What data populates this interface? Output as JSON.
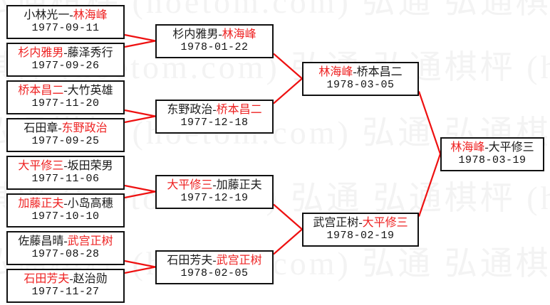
{
  "diagram": {
    "type": "tournament-bracket",
    "title": "",
    "colors": {
      "winner_text": "#ee2222",
      "loser_text": "#1a1a1a",
      "connector": "#ee1111",
      "box_border": "#111111",
      "background": "#ffffff",
      "watermark": "#f3f3f3"
    }
  },
  "watermark": {
    "text": "弘通棋枰 (hoetom.com) 弘通",
    "rows": [
      "弘通棋枰 (hoetom.com) 弘通",
      "弘通棋枰 (hoetom.com) 弘通",
      "弘通棋枰 (hoetom.com) 弘通",
      "弘通棋枰 (hoetom.com) 弘通",
      "弘通棋枰 (hoetom.com) 弘通"
    ]
  },
  "rounds": [
    {
      "name": "round-1",
      "matches": [
        {
          "id": "r1m1",
          "left": "小林光一",
          "right": "林海峰",
          "winner": "right",
          "date": "1977-09-11"
        },
        {
          "id": "r1m2",
          "left": "杉内雅男",
          "right": "藤泽秀行",
          "winner": "left",
          "date": "1977-09-26"
        },
        {
          "id": "r1m3",
          "left": "桥本昌二",
          "right": "大竹英雄",
          "winner": "left",
          "date": "1977-11-20"
        },
        {
          "id": "r1m4",
          "left": "石田章",
          "right": "东野政治",
          "winner": "right",
          "date": "1977-09-25"
        },
        {
          "id": "r1m5",
          "left": "大平修三",
          "right": "坂田荣男",
          "winner": "left",
          "date": "1977-11-06"
        },
        {
          "id": "r1m6",
          "left": "加藤正夫",
          "right": "小岛高穗",
          "winner": "left",
          "date": "1977-10-10"
        },
        {
          "id": "r1m7",
          "left": "佐藤昌晴",
          "right": "武宫正树",
          "winner": "right",
          "date": "1977-08-28"
        },
        {
          "id": "r1m8",
          "left": "石田芳夫",
          "right": "赵治勋",
          "winner": "left",
          "date": "1977-11-27"
        }
      ]
    },
    {
      "name": "round-2",
      "matches": [
        {
          "id": "r2m1",
          "left": "杉内雅男",
          "right": "林海峰",
          "winner": "right",
          "date": "1978-01-22"
        },
        {
          "id": "r2m2",
          "left": "东野政治",
          "right": "桥本昌二",
          "winner": "right",
          "date": "1977-12-18"
        },
        {
          "id": "r2m3",
          "left": "大平修三",
          "right": "加藤正夫",
          "winner": "left",
          "date": "1977-12-19"
        },
        {
          "id": "r2m4",
          "left": "石田芳夫",
          "right": "武宫正树",
          "winner": "right",
          "date": "1978-02-05"
        }
      ]
    },
    {
      "name": "semifinal",
      "matches": [
        {
          "id": "r3m1",
          "left": "林海峰",
          "right": "桥本昌二",
          "winner": "left",
          "date": "1978-03-05"
        },
        {
          "id": "r3m2",
          "left": "武宫正树",
          "right": "大平修三",
          "winner": "right",
          "date": "1978-02-19"
        }
      ]
    },
    {
      "name": "final",
      "matches": [
        {
          "id": "r4m1",
          "left": "林海峰",
          "right": "大平修三",
          "winner": "left",
          "date": "1978-03-19"
        }
      ]
    }
  ]
}
